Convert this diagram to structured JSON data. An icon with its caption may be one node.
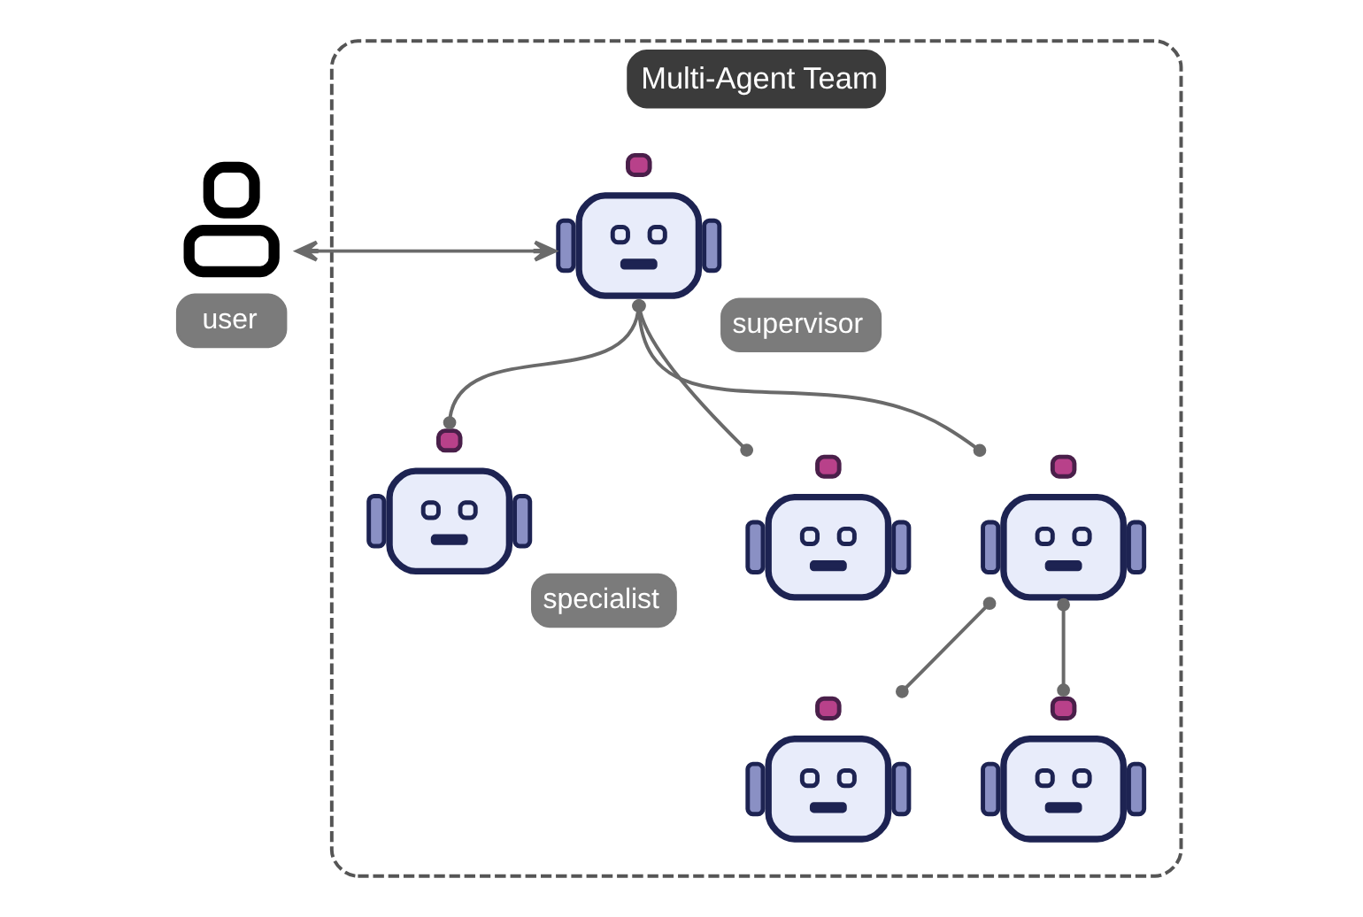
{
  "diagram": {
    "nodes": [
      {
        "text": [
          "user"
        ]
      },
      {
        "text": [
          "Multi-Agent Team"
        ]
      },
      {
        "text": [
          "supervisor"
        ],
        "in": 1
      },
      {
        "text": [
          "specialist"
        ],
        "in": 1
      },
      {
        "text": [],
        "shape": "robot",
        "in": 1
      },
      {
        "text": [],
        "shape": "robot",
        "in": 1
      },
      {
        "text": [],
        "shape": "robot",
        "in": 1
      },
      {
        "text": [],
        "shape": "robot",
        "in": 1
      }
    ],
    "edges": [
      {
        "from": 0,
        "to": 2,
        "arrow": "both"
      },
      {
        "from": 2,
        "to": 3,
        "arrow": "other"
      },
      {
        "from": 2,
        "to": 4,
        "arrow": "other"
      },
      {
        "from": 2,
        "to": 5,
        "arrow": "other"
      },
      {
        "from": 5,
        "to": 6,
        "arrow": "other"
      },
      {
        "from": 5,
        "to": 7,
        "arrow": "other"
      }
    ]
  }
}
